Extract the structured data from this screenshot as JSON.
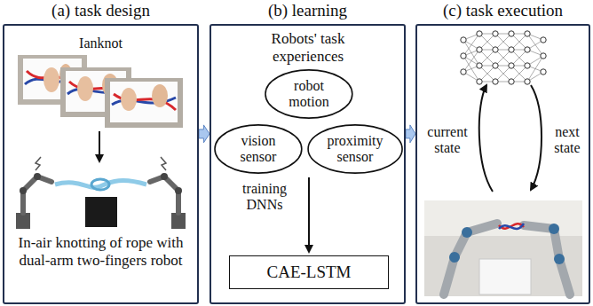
{
  "diagram": {
    "nodes": [
      {
        "text": [
          "(a) task design",
          "Ianknot",
          "In-air knotting of rope with dual-arm two-fingers robot"
        ]
      },
      {
        "text": [
          "(b) learning",
          "Robots' task experiences",
          "training DNNs"
        ]
      },
      {
        "text": [
          "robot motion"
        ],
        "in": 1
      },
      {
        "text": [
          "vision sensor"
        ],
        "in": 1
      },
      {
        "text": [
          "proximity sensor"
        ],
        "in": 1
      },
      {
        "text": [
          "CAE-LSTM"
        ],
        "in": 1
      },
      {
        "text": [
          "(c) task execution",
          "current state",
          "next state"
        ]
      }
    ],
    "edges": [
      {
        "from": 0,
        "to": 1,
        "arrow": "to"
      },
      {
        "from": 1,
        "to": 6,
        "arrow": "to"
      }
    ]
  }
}
